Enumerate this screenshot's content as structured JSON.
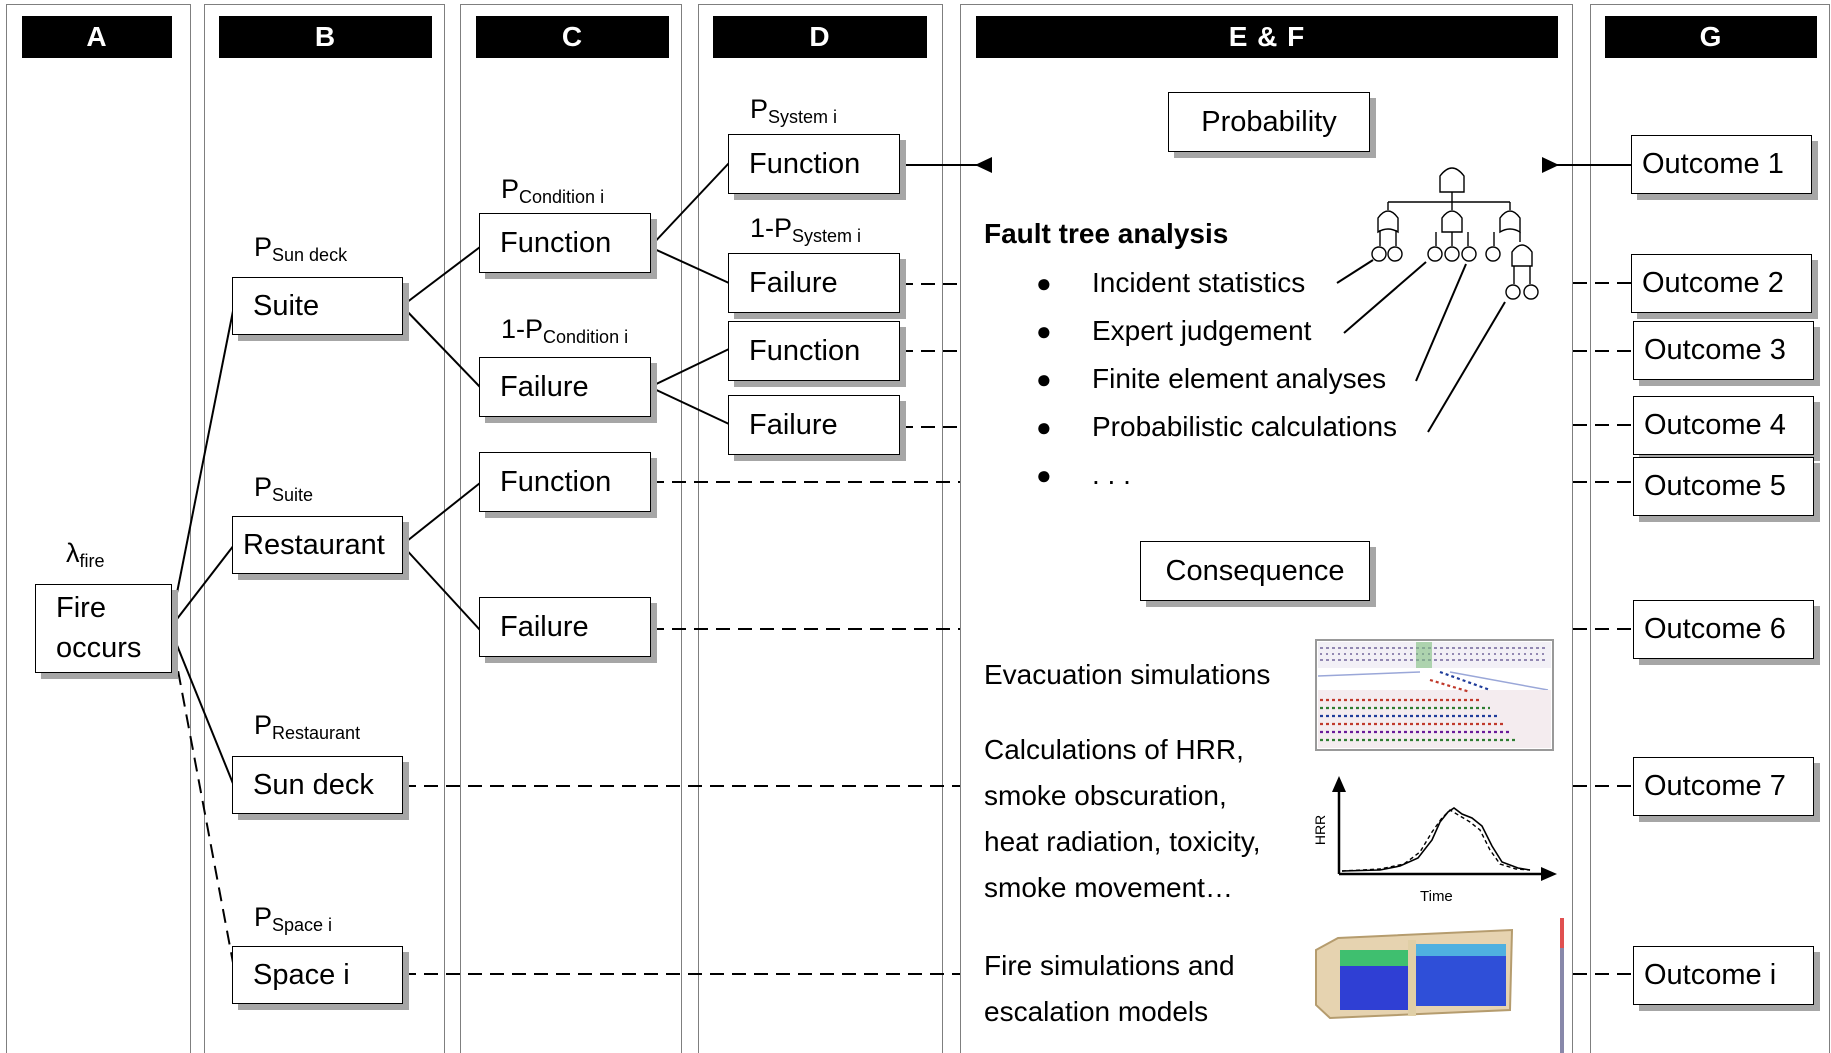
{
  "columns": {
    "a": "A",
    "b": "B",
    "c": "C",
    "d": "D",
    "ef": "E & F",
    "g": "G"
  },
  "col_a": {
    "lambda_sym": "λ",
    "lambda_sub": "fire",
    "node": "Fire occurs"
  },
  "col_b": {
    "labels": [
      {
        "p": "P",
        "sub": "Sun deck"
      },
      {
        "p": "P",
        "sub": "Suite"
      },
      {
        "p": "P",
        "sub": "Restaurant"
      },
      {
        "p": "P",
        "sub": "Space i"
      }
    ],
    "nodes": [
      "Suite",
      "Restaurant",
      "Sun deck",
      "Space i"
    ]
  },
  "col_c": {
    "p_function": {
      "p": "P",
      "sub": "Condition i"
    },
    "p_failure": {
      "p": "1-P",
      "sub": "Condition i"
    },
    "nodes": [
      "Function",
      "Failure",
      "Function",
      "Failure"
    ]
  },
  "col_d": {
    "p_function": {
      "p": "P",
      "sub": "System i"
    },
    "p_failure": {
      "p": "1-P",
      "sub": "System i"
    },
    "nodes": [
      "Function",
      "Failure",
      "Function",
      "Failure"
    ]
  },
  "col_ef": {
    "probability": "Probability",
    "fault_tree_title": "Fault tree analysis",
    "bullets": [
      "Incident statistics",
      "Expert judgement",
      "Finite element analyses",
      "Probabilistic calculations",
      ". . ."
    ],
    "consequence": "Consequence",
    "evac": "Evacuation simulations",
    "calc_lines": [
      "Calculations of HRR,",
      "smoke obscuration,",
      "heat radiation, toxicity,",
      "smoke movement…"
    ],
    "fire_lines": [
      "Fire simulations and",
      "escalation models"
    ],
    "hrr_chart": {
      "ylabel": "HRR",
      "xlabel": "Time"
    }
  },
  "col_g": {
    "outcomes": [
      "Outcome 1",
      "Outcome 2",
      "Outcome 3",
      "Outcome 4",
      "Outcome 5",
      "Outcome 6",
      "Outcome 7",
      "Outcome i"
    ]
  },
  "colors": {
    "header_bg": "#000000",
    "border": "#7f7f7f",
    "shadow": "#a6a6a6"
  }
}
